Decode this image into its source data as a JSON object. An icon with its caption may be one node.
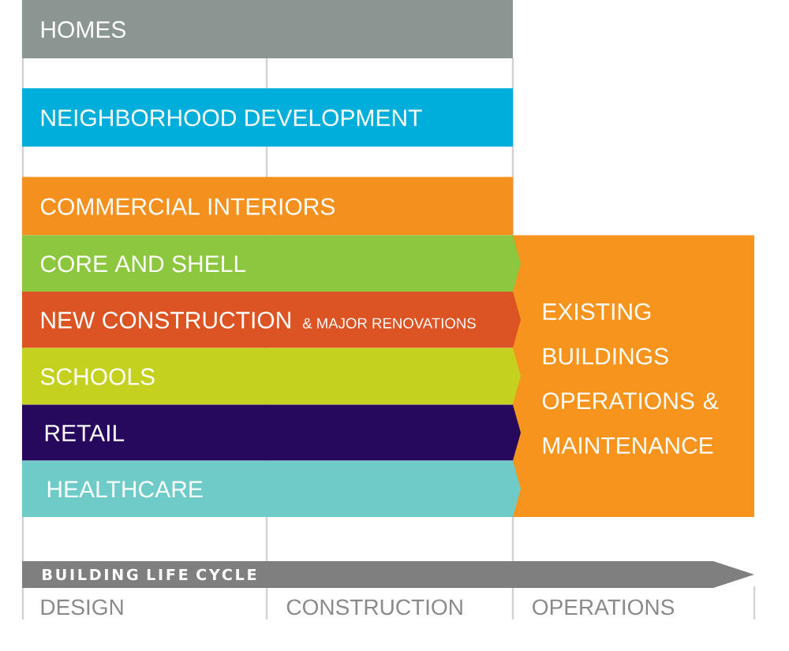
{
  "diagram": {
    "nodes": [
      {
        "text": [
          "HOMES"
        ]
      },
      {
        "text": [
          "NEIGHBORHOOD DEVELOPMENT"
        ]
      },
      {
        "text": [
          "COMMERCIAL INTERIORS"
        ]
      },
      {
        "text": [
          "CORE AND SHELL"
        ]
      },
      {
        "text": [
          "NEW CONSTRUCTION",
          "& MAJOR RENOVATIONS"
        ]
      },
      {
        "text": [
          "SCHOOLS"
        ]
      },
      {
        "text": [
          "RETAIL"
        ]
      },
      {
        "text": [
          "HEALTHCARE"
        ]
      },
      {
        "text": [
          "EXISTING BUILDINGS OPERATIONS & MAINTENANCE"
        ]
      },
      {
        "text": [
          "BUILDING LIFE CYCLE"
        ]
      }
    ],
    "labels": [
      "DESIGN",
      "CONSTRUCTION",
      "OPERATIONS"
    ]
  }
}
